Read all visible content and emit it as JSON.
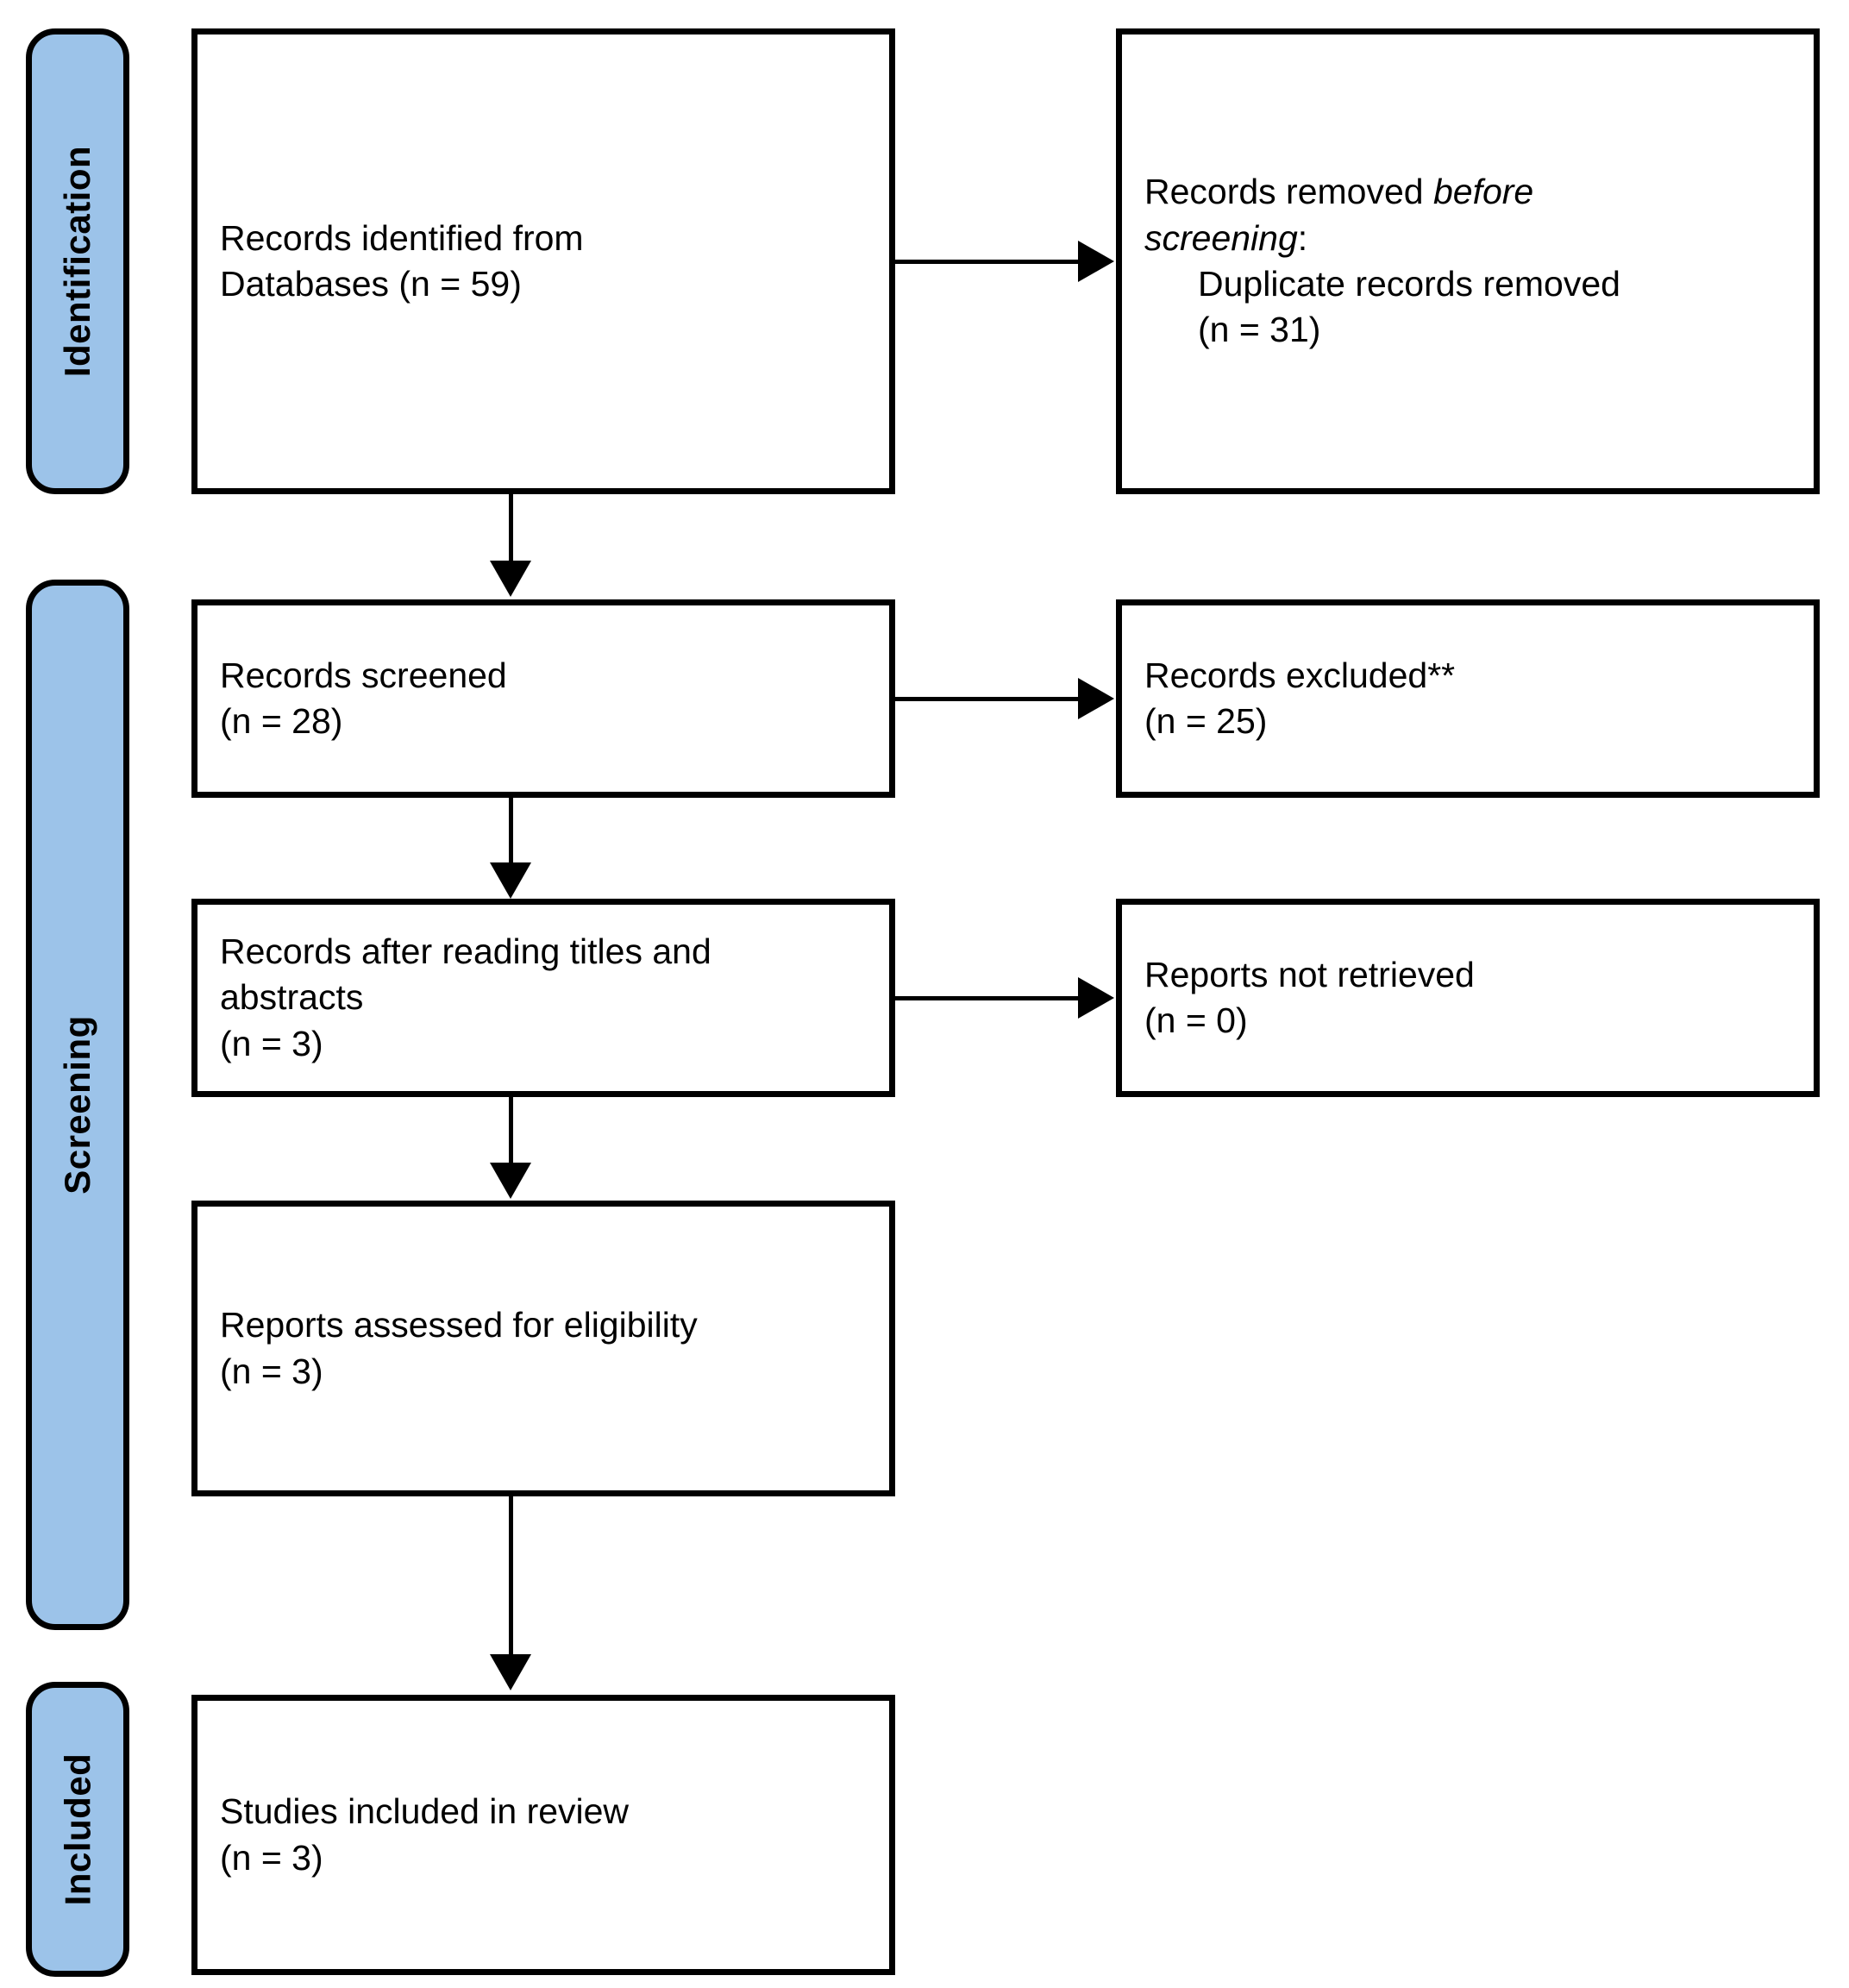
{
  "diagram": {
    "title": "PRISMA flow diagram",
    "accent_color": "#9CC3E9",
    "border_color": "#000000",
    "background_color": "#FFFFFF"
  },
  "stages": [
    {
      "id": "identification",
      "label": "Identification"
    },
    {
      "id": "screening",
      "label": "Screening"
    },
    {
      "id": "included",
      "label": "Included"
    }
  ],
  "boxes": {
    "records_identified": {
      "line1": "Records identified from",
      "line2": "Databases (n = 59)"
    },
    "records_removed": {
      "line1_plain": "Records removed ",
      "line1_italic": "before",
      "line2_italic": "screening",
      "line2_plain": ":",
      "line3": "Duplicate records removed",
      "line4": "(n = 31)"
    },
    "records_screened": {
      "line1": "Records screened",
      "line2": "(n = 28)"
    },
    "records_excluded": {
      "line1": "Records excluded",
      "line1_marker": "**",
      "line2": "(n = 25)"
    },
    "records_after_titles_abstracts": {
      "line1": "Records after reading titles and",
      "line2": "abstracts",
      "line3": "(n = 3)"
    },
    "reports_not_retrieved": {
      "line1": "Reports not retrieved",
      "line2": "(n = 0)"
    },
    "reports_assessed": {
      "line1": "Reports assessed for eligibility",
      "line2": "(n = 3)"
    },
    "studies_included": {
      "line1": "Studies included in review",
      "line2": "(n = 3)"
    }
  },
  "chart_data": {
    "type": "diagram",
    "title": "PRISMA 2020 flow diagram",
    "nodes": [
      {
        "id": "records_identified",
        "stage": "Identification",
        "label": "Records identified from Databases",
        "n": 59
      },
      {
        "id": "records_removed",
        "stage": "Identification",
        "label": "Records removed before screening: Duplicate records removed",
        "n": 31
      },
      {
        "id": "records_screened",
        "stage": "Screening",
        "label": "Records screened",
        "n": 28
      },
      {
        "id": "records_excluded",
        "stage": "Screening",
        "label": "Records excluded**",
        "n": 25
      },
      {
        "id": "records_after_titles_abstracts",
        "stage": "Screening",
        "label": "Records after reading titles and abstracts",
        "n": 3
      },
      {
        "id": "reports_not_retrieved",
        "stage": "Screening",
        "label": "Reports not retrieved",
        "n": 0
      },
      {
        "id": "reports_assessed",
        "stage": "Screening",
        "label": "Reports assessed for eligibility",
        "n": 3
      },
      {
        "id": "studies_included",
        "stage": "Included",
        "label": "Studies included in review",
        "n": 3
      }
    ],
    "edges": [
      {
        "from": "records_identified",
        "to": "records_removed",
        "direction": "right"
      },
      {
        "from": "records_identified",
        "to": "records_screened",
        "direction": "down"
      },
      {
        "from": "records_screened",
        "to": "records_excluded",
        "direction": "right"
      },
      {
        "from": "records_screened",
        "to": "records_after_titles_abstracts",
        "direction": "down"
      },
      {
        "from": "records_after_titles_abstracts",
        "to": "reports_not_retrieved",
        "direction": "right"
      },
      {
        "from": "records_after_titles_abstracts",
        "to": "reports_assessed",
        "direction": "down"
      },
      {
        "from": "reports_assessed",
        "to": "studies_included",
        "direction": "down"
      }
    ]
  }
}
